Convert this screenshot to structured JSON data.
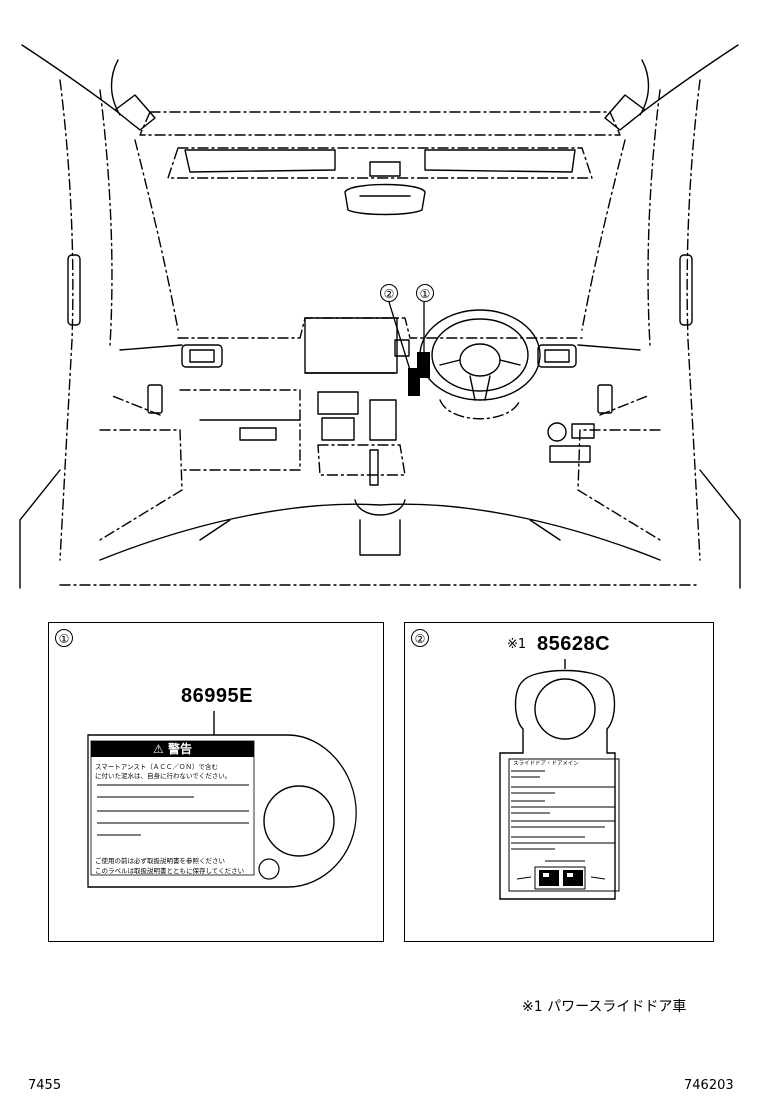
{
  "callouts": {
    "one": "①",
    "two": "②"
  },
  "panel1": {
    "callout": "①",
    "part_number": "86995E",
    "warning_title": "⚠ 警告",
    "warning_line1": "スマートアンスト（ＡＣＣ／ＯＮ）で含む",
    "warning_line2": "に付いた泥水は、自身に行わないでください。",
    "bottom_line1": "ご使用の前は必ず取扱説明書を参照ください",
    "bottom_line2": "このラベルは取扱説明書とともに保存してください"
  },
  "panel2": {
    "callout": "②",
    "note_mark": "※1",
    "part_number": "85628C",
    "tag_header": "スライドドア・ドアメイン"
  },
  "footnote": "※1 パワースライドドア車",
  "footer": {
    "left": "7455",
    "right": "746203"
  }
}
